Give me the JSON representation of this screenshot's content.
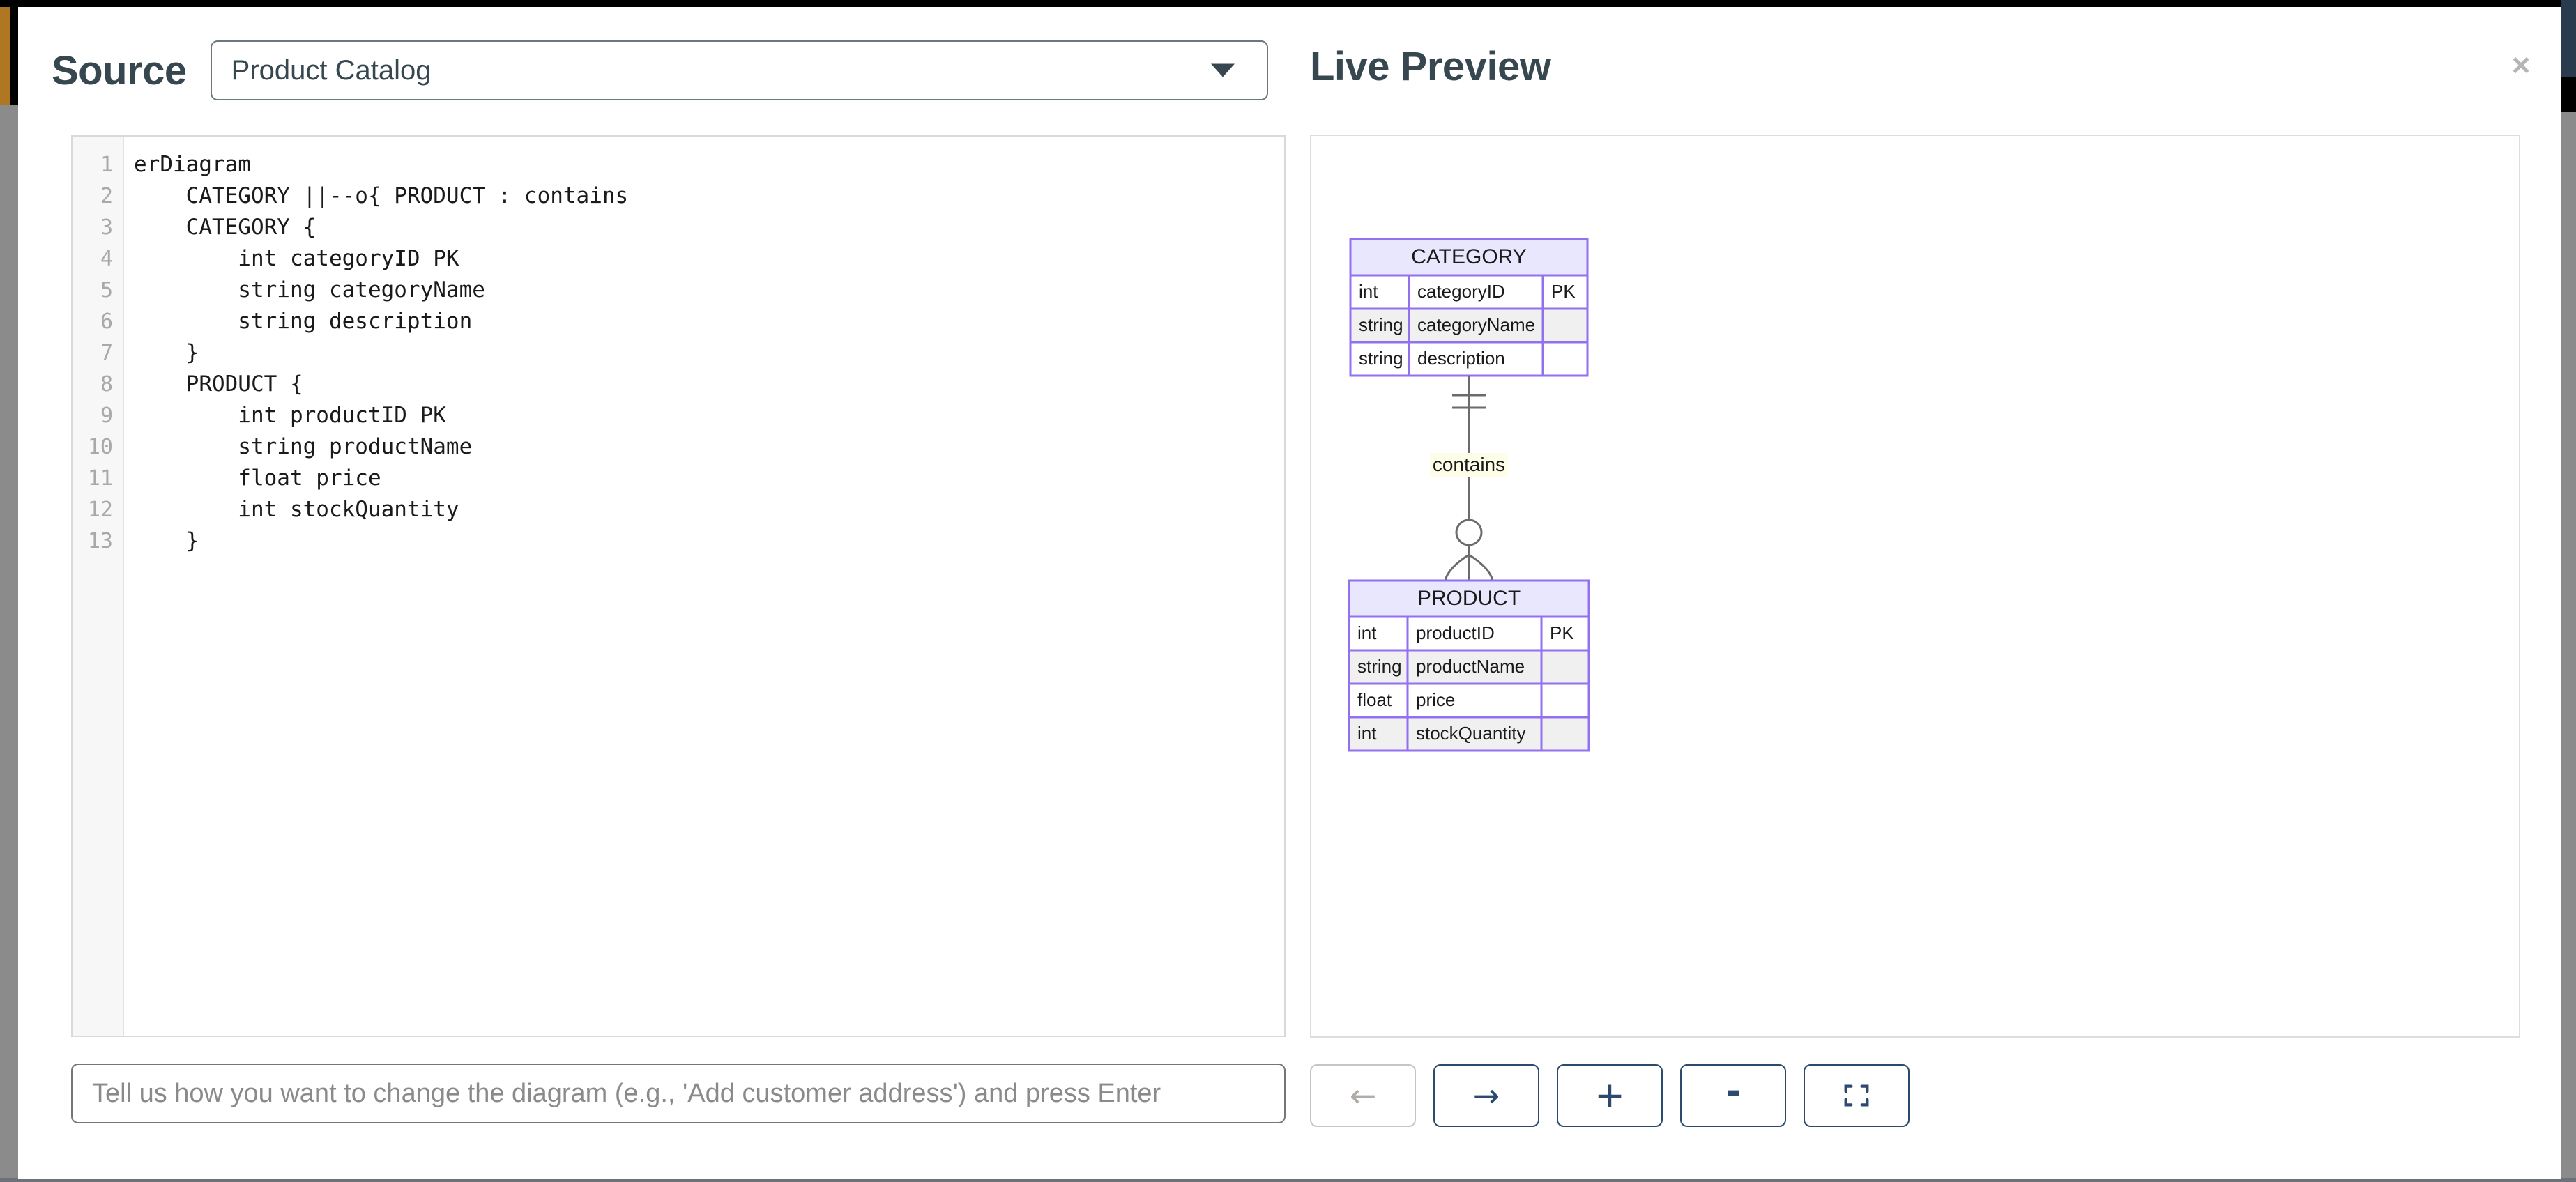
{
  "background": {
    "page_accent": "#b07722",
    "page_navy": "#2a3b4e"
  },
  "modal": {
    "close_label": "×"
  },
  "source": {
    "title": "Source",
    "select": {
      "value": "Product Catalog",
      "caret_icon": "chevron-down-icon"
    },
    "editor": {
      "line_numbers": [
        "1",
        "2",
        "3",
        "4",
        "5",
        "6",
        "7",
        "8",
        "9",
        "10",
        "11",
        "12",
        "13"
      ],
      "lines": [
        "erDiagram",
        "    CATEGORY ||--o{ PRODUCT : contains",
        "    CATEGORY {",
        "        int categoryID PK",
        "        string categoryName",
        "        string description",
        "    }",
        "    PRODUCT {",
        "        int productID PK",
        "        string productName",
        "        float price",
        "        int stockQuantity",
        "    }"
      ]
    },
    "prompt": {
      "placeholder": "Tell us how you want to change the diagram (e.g., 'Add customer address') and press Enter",
      "value": ""
    }
  },
  "preview": {
    "title": "Live Preview",
    "toolbar": [
      {
        "name": "back-button",
        "icon": "arrow-left-icon",
        "label": "←",
        "disabled": true
      },
      {
        "name": "forward-button",
        "icon": "arrow-right-icon",
        "label": "→",
        "disabled": false
      },
      {
        "name": "zoom-in-button",
        "icon": "plus-icon",
        "label": "+",
        "disabled": false
      },
      {
        "name": "zoom-out-button",
        "icon": "minus-icon",
        "label": "-",
        "disabled": false
      },
      {
        "name": "fit-screen-button",
        "icon": "fullscreen-icon",
        "label": "",
        "disabled": false
      }
    ]
  },
  "diagram": {
    "type": "er-diagram",
    "colors": {
      "entity_header_fill": "#e9e7fd",
      "entity_border": "#9370f0",
      "row_alt_fill": "#f0f0f0",
      "row_fill": "#ffffff",
      "line": "#6b6b6b",
      "label_bg": "#fdfde8"
    },
    "entities": [
      {
        "name": "CATEGORY",
        "attributes": [
          {
            "type": "int",
            "name": "categoryID",
            "key": "PK"
          },
          {
            "type": "string",
            "name": "categoryName",
            "key": ""
          },
          {
            "type": "string",
            "name": "description",
            "key": ""
          }
        ]
      },
      {
        "name": "PRODUCT",
        "attributes": [
          {
            "type": "int",
            "name": "productID",
            "key": "PK"
          },
          {
            "type": "string",
            "name": "productName",
            "key": ""
          },
          {
            "type": "float",
            "name": "price",
            "key": ""
          },
          {
            "type": "int",
            "name": "stockQuantity",
            "key": ""
          }
        ]
      }
    ],
    "relationships": [
      {
        "from": "CATEGORY",
        "to": "PRODUCT",
        "label": "contains",
        "from_cardinality": "exactly-one",
        "to_cardinality": "zero-or-many",
        "notation": "||--o{"
      }
    ]
  }
}
